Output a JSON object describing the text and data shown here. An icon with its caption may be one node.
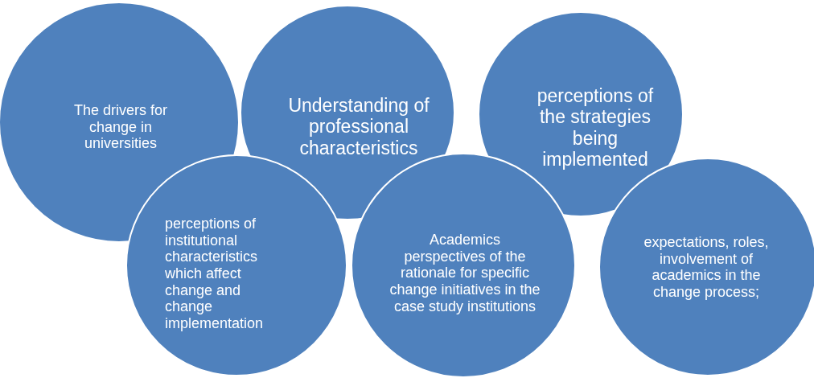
{
  "diagram": {
    "nodes": [
      {
        "text": [
          "The drivers for change in universities"
        ]
      },
      {
        "text": [
          "Understanding of professional characteristics"
        ]
      },
      {
        "text": [
          "perceptions of the strategies being implemented"
        ]
      },
      {
        "text": [
          "perceptions of institutional characteristics which affect change and change implementation"
        ]
      },
      {
        "text": [
          "Academics perspectives of the rationale for specific change initiatives in the case study institutions"
        ]
      },
      {
        "text": [
          "expectations, roles, involvement of academics in the change process;"
        ]
      }
    ]
  }
}
